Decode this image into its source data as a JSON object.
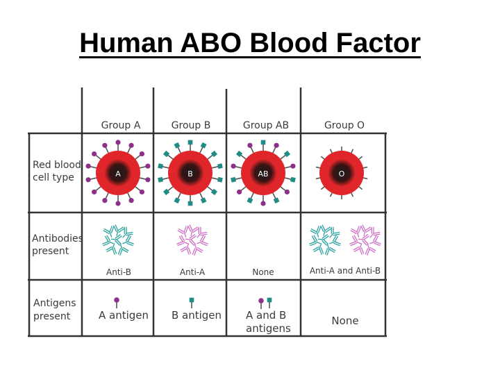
{
  "title": "Human ABO Blood Factor",
  "columns": [
    "Group A",
    "Group B",
    "Group AB",
    "Group O"
  ],
  "rows": {
    "red_blood_cell_type": [
      "Red blood",
      "cell type"
    ],
    "antibodies_present": [
      "Antibodies",
      "present"
    ],
    "antigens_present": [
      "Antigens",
      "present"
    ]
  },
  "cell_labels": [
    "A",
    "B",
    "AB",
    "O"
  ],
  "antibody_labels": [
    "Anti-B",
    "Anti-A",
    "None",
    "Anti-A and Anti-B"
  ],
  "antigen_labels": [
    [
      "A antigen"
    ],
    [
      "B antigen"
    ],
    [
      "A and B",
      "antigens"
    ],
    [
      "None"
    ]
  ],
  "colors": {
    "cell_red": "#e0262a",
    "cell_core": "#1a1a1a",
    "antigen_a": "#8e2f8a",
    "antigen_b": "#1f8c86",
    "antibody_anti_b": "#2aa3a0",
    "antibody_anti_a": "#d070c8",
    "grid": "#333333"
  }
}
